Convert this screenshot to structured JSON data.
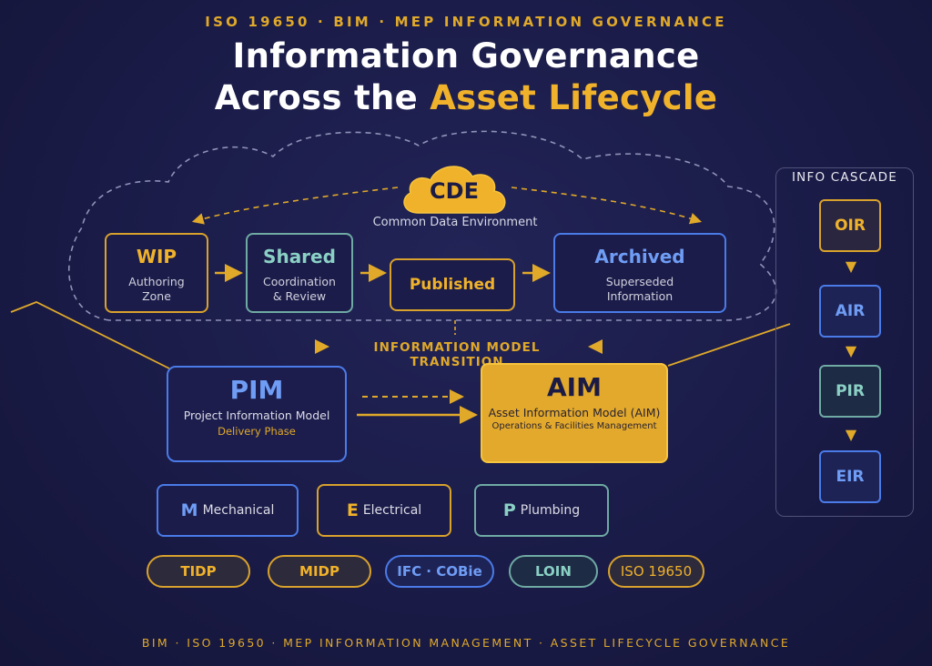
{
  "header": {
    "kicker": "ISO 19650 · BIM · MEP INFORMATION GOVERNANCE",
    "title_line1": "Information Governance",
    "title_line2_prefix": "Across the",
    "title_line2_highlight": "Asset Lifecycle"
  },
  "cde": {
    "badge": "CDE",
    "subtitle": "Common Data Environment",
    "states": [
      {
        "label": "WIP",
        "desc_line1": "Authoring",
        "desc_line2": "Zone"
      },
      {
        "label": "Shared",
        "desc_line1": "Coordination",
        "desc_line2": "& Review"
      },
      {
        "label": "Published"
      },
      {
        "label": "Archived",
        "desc_line1": "Superseded",
        "desc_line2": "Information"
      }
    ]
  },
  "transition": {
    "label": "INFORMATION MODEL TRANSITION",
    "pim": {
      "title": "PIM",
      "subtitle": "Project Information Model",
      "phase": "Delivery Phase"
    },
    "aim": {
      "title": "AIM",
      "subtitle": "Asset Information Model (AIM)",
      "phase": "Operations & Facilities Management"
    }
  },
  "cascade": {
    "title": "INFO CASCADE",
    "items": [
      "OIR",
      "AIR",
      "PIR",
      "EIR"
    ]
  },
  "disciplines": [
    {
      "letter": "M",
      "label": "Mechanical"
    },
    {
      "letter": "E",
      "label": "Electrical"
    },
    {
      "letter": "P",
      "label": "Plumbing"
    }
  ],
  "standards": [
    "TIDP",
    "MIDP",
    "IFC · COBie",
    "LOIN",
    "ISO 19650"
  ],
  "footer": "BIM · ISO 19650 · MEP INFORMATION MANAGEMENT · ASSET LIFECYCLE GOVERNANCE",
  "colors": {
    "background": "#1a1b47",
    "gold": "#e0a92a",
    "blue": "#4a7be8",
    "teal": "#6faaa4"
  }
}
